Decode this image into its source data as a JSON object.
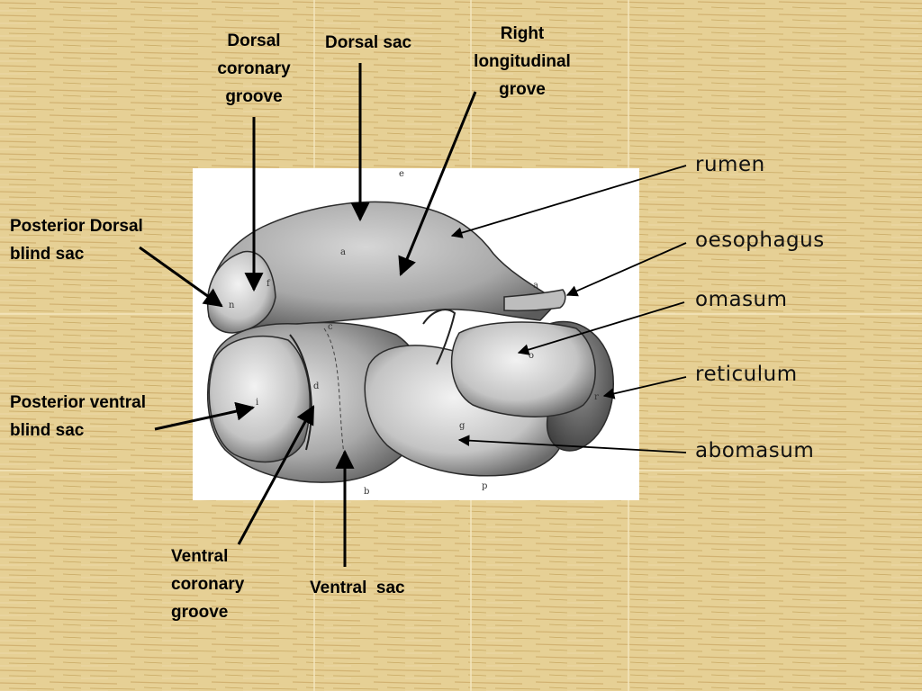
{
  "labels": {
    "dorsal_coronary_groove": [
      "Dorsal",
      "coronary",
      "groove"
    ],
    "dorsal_sac": "Dorsal sac",
    "right_longitudinal_grove": [
      "Right",
      "longitudinal",
      "grove"
    ],
    "posterior_dorsal_blind_sac": [
      "Posterior Dorsal",
      "blind sac"
    ],
    "posterior_ventral_blind_sac": [
      "Posterior ventral",
      "blind sac"
    ],
    "ventral_coronary_groove": [
      "Ventral",
      "coronary",
      "groove"
    ],
    "ventral_sac": "Ventral  sac",
    "rumen": "rumen",
    "oesophagus": "oesophagus",
    "omasum": "omasum",
    "reticulum": "reticulum",
    "abomasum": "abomasum"
  },
  "figure_letters": [
    "e",
    "a",
    "b",
    "p",
    "f",
    "n",
    "i",
    "d",
    "c",
    "g",
    "a",
    "o",
    "r"
  ],
  "colors": {
    "background": "#e6d095",
    "fiber": "#c8a862",
    "panel": "#ffffff",
    "organ": "#b9b9b9",
    "arrow": "#000000"
  }
}
